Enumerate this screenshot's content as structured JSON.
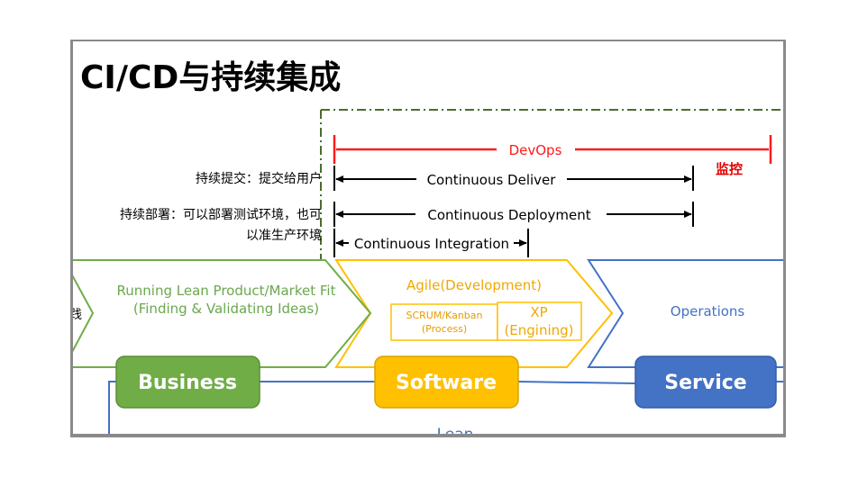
{
  "title": "CI/CD与持续集成",
  "labels": {
    "cd_delivery": "持续提交：提交给用户",
    "cd_deploy_line1": "持续部署：可以部署测试环境，也可",
    "cd_deploy_line2": "以准生产环境",
    "practice_fragment": "践"
  },
  "arrows": {
    "devops": "DevOps",
    "monitor": "监控",
    "continuous_deliver": "Continuous Deliver",
    "continuous_deployment": "Continuous Deployment",
    "continuous_integration": "Continuous Integration"
  },
  "chevrons": {
    "business": {
      "line1": "Running Lean Product/Market Fit",
      "line2": "(Finding & Validating Ideas)"
    },
    "software": {
      "title": "Agile(Development)",
      "scrum_line1": "SCRUM/Kanban",
      "scrum_line2": "(Process)",
      "xp_line1": "XP",
      "xp_line2": "(Engining)"
    },
    "service": {
      "title": "Operations"
    }
  },
  "boxes": {
    "business": "Business",
    "software": "Software",
    "service": "Service"
  },
  "bottom_fragment": "Lean",
  "colors": {
    "devops_red": "#ff1a1a",
    "green": "#70ad47",
    "orange": "#ffc000",
    "blue": "#4472c4",
    "frame_dash": "#4e6b2e"
  }
}
